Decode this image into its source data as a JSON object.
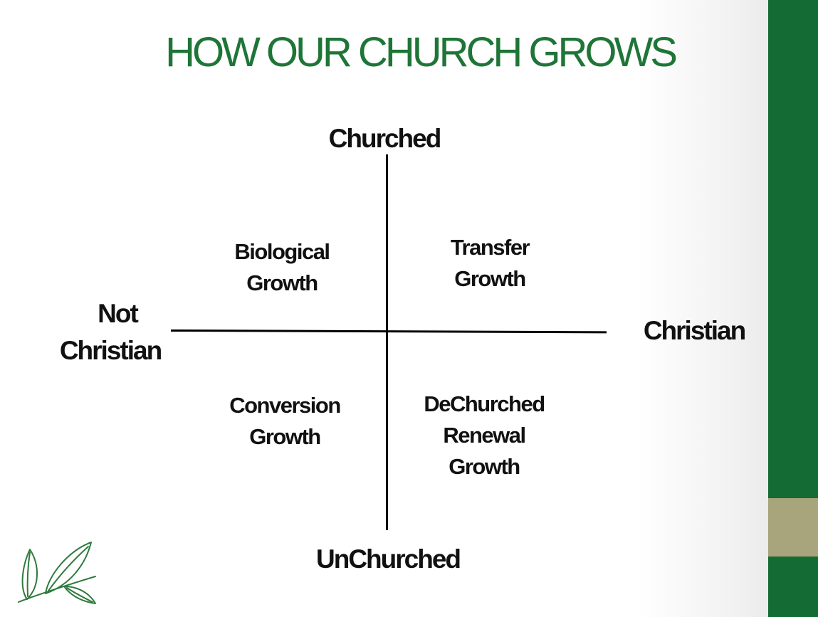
{
  "title": "HOW OUR CHURCH GROWS",
  "axes": {
    "top": "Churched",
    "bottom": "UnChurched",
    "left_line1": "Not",
    "left_line2": "Christian",
    "right": "Christian"
  },
  "quadrants": {
    "top_left": [
      "Biological",
      "Growth"
    ],
    "top_right": [
      "Transfer",
      "Growth"
    ],
    "bottom_left": [
      "Conversion",
      "Growth"
    ],
    "bottom_right": [
      "DeChurched",
      "Renewal",
      "Growth"
    ]
  },
  "colors": {
    "title": "#1e7537",
    "sidebar": "#146c34",
    "sidebar_block": "#a8a47c",
    "logo": "#2f7a3e"
  },
  "icons": {
    "logo": "leaf-branch-icon"
  }
}
